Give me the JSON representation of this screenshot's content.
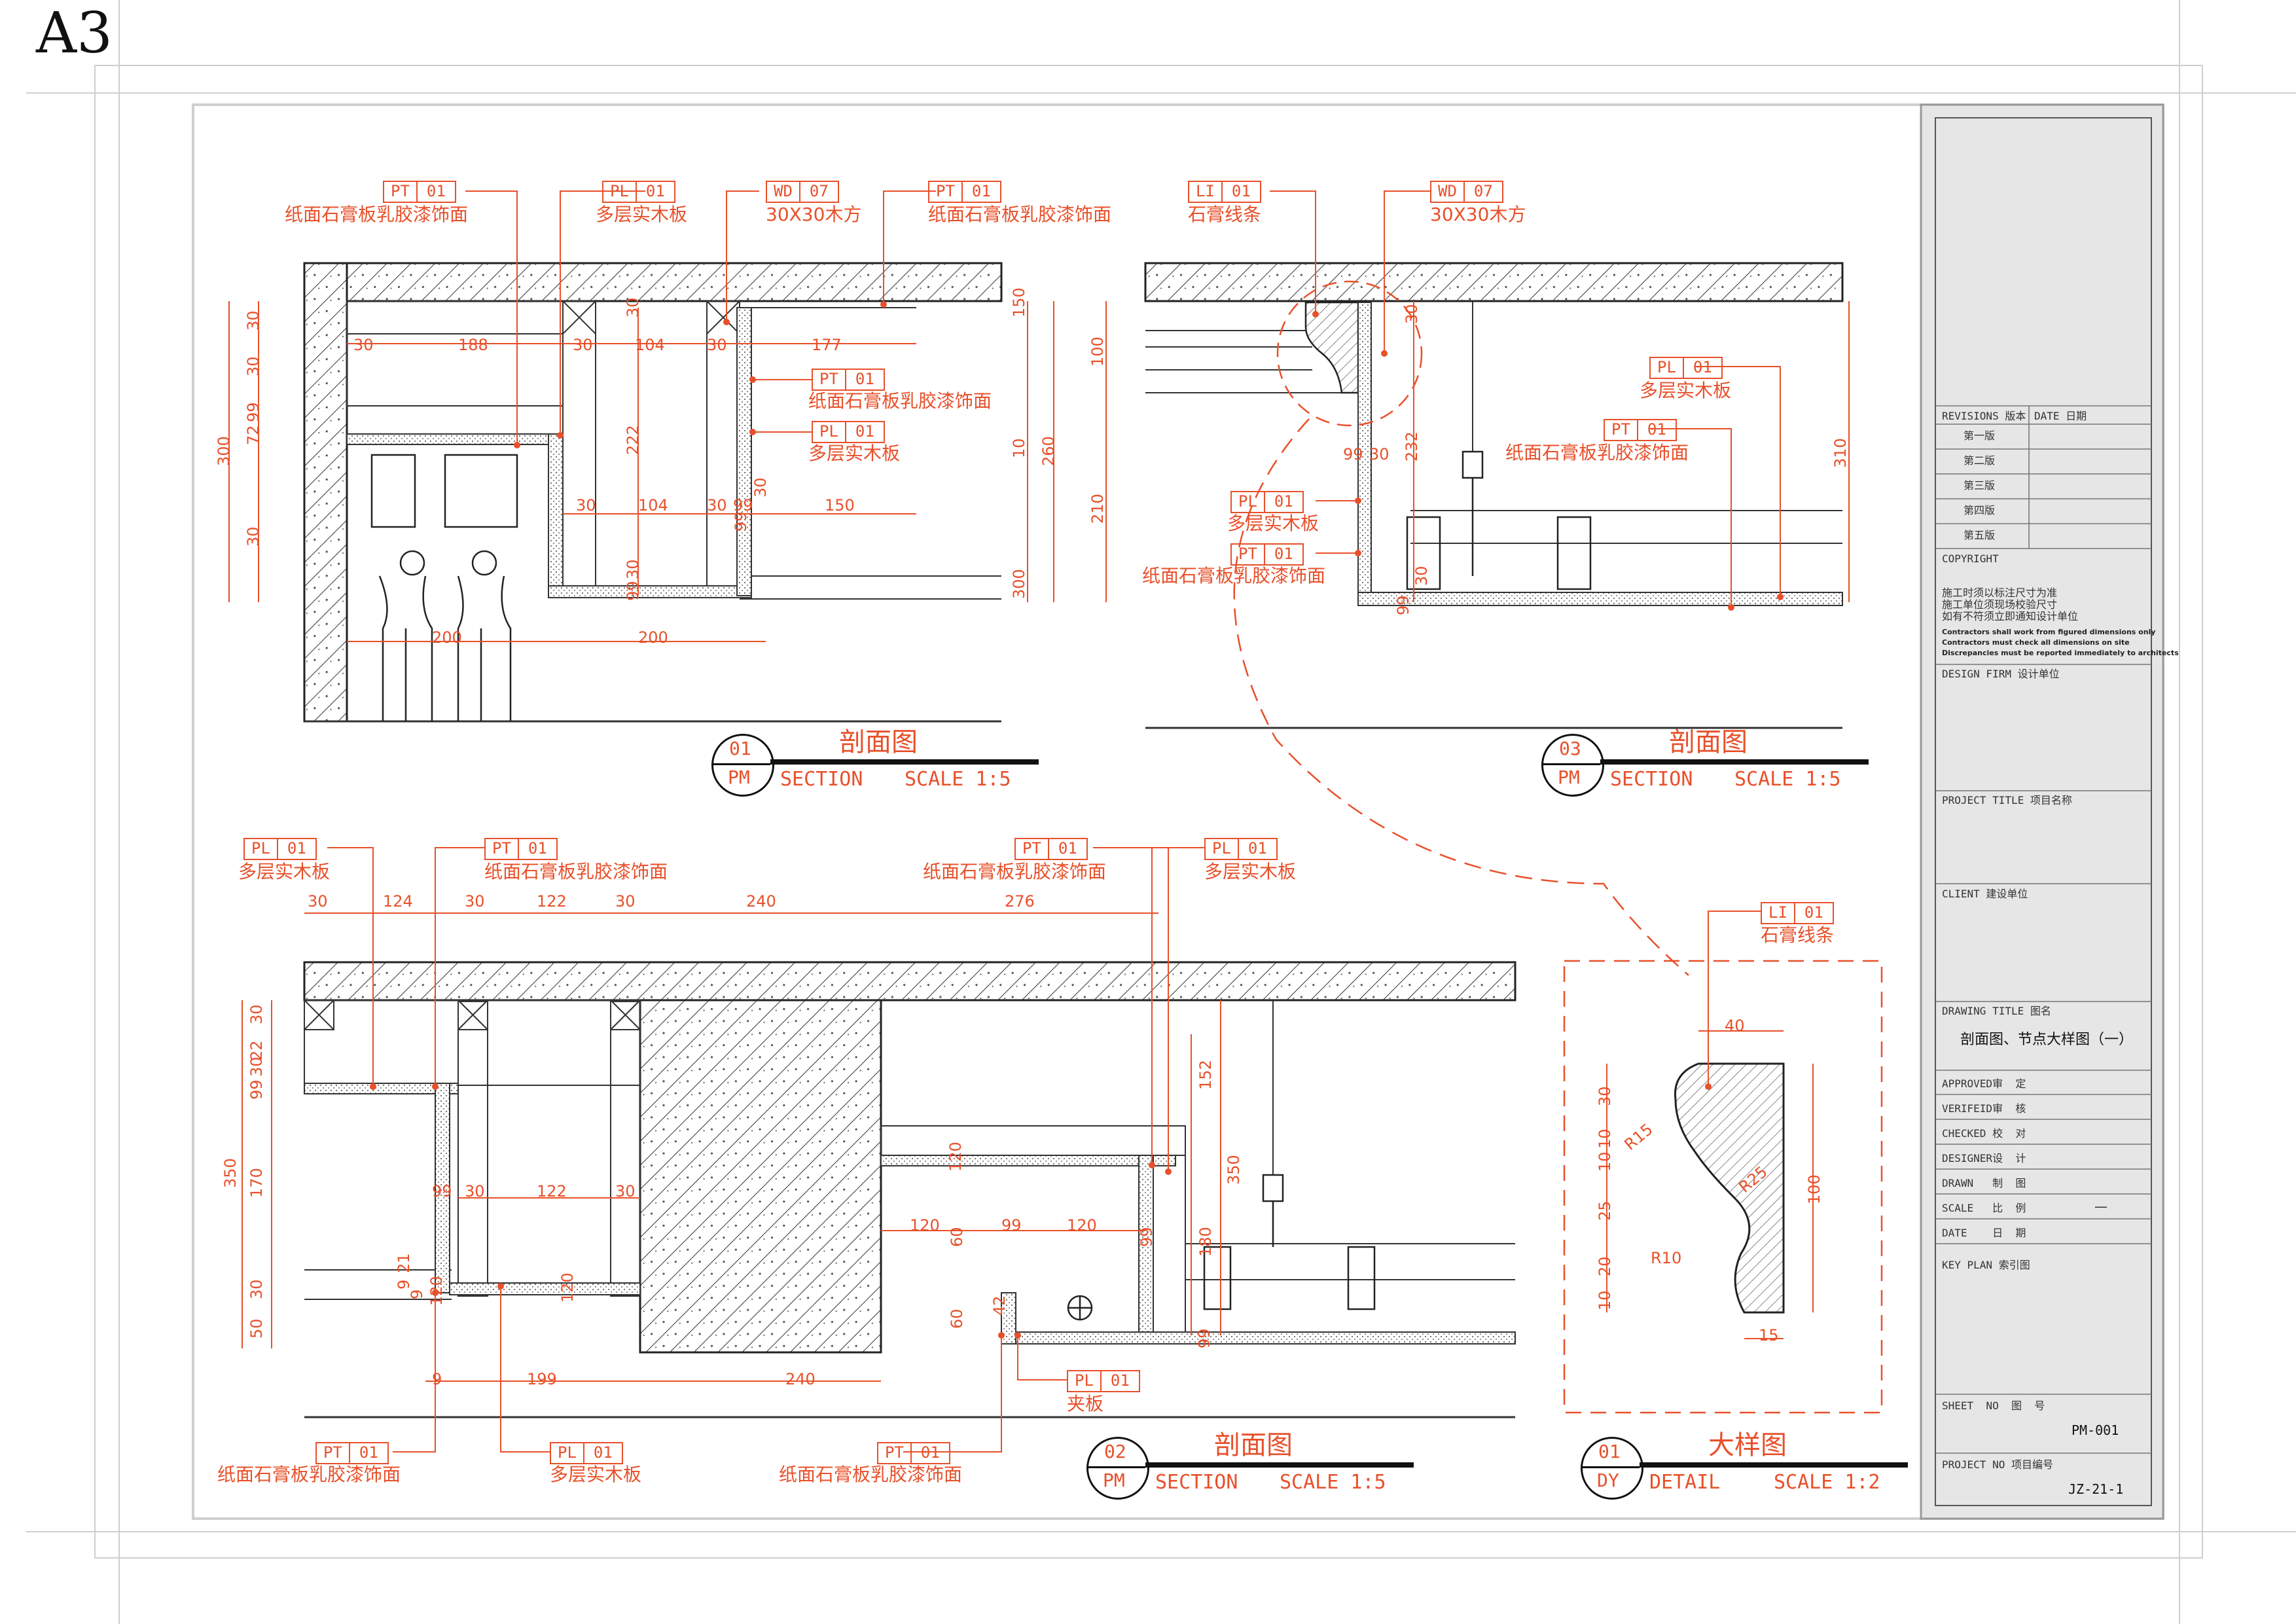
{
  "sheet_size": "A3",
  "colors": {
    "annotation": "#e8502a",
    "line": "#222222",
    "panel": "#e6e6e6",
    "frame": "#d6d6d6"
  },
  "icons": [
    "hatch-pattern",
    "dot-fill-pattern",
    "grid-fill-pattern",
    "light-fixture-icon",
    "curtain-icon"
  ],
  "view01": {
    "tags": [
      {
        "code": "PT",
        "num": "01",
        "desc": "纸面石膏板乳胶漆饰面"
      },
      {
        "code": "PL",
        "num": "01",
        "desc": "多层实木板"
      },
      {
        "code": "WD",
        "num": "07",
        "desc": "30X30木方"
      },
      {
        "code": "PT",
        "num": "01",
        "desc": "纸面石膏板乳胶漆饰面"
      },
      {
        "code": "PT",
        "num": "01",
        "desc": "纸面石膏板乳胶漆饰面"
      },
      {
        "code": "PL",
        "num": "01",
        "desc": "多层实木板"
      }
    ],
    "dims": [
      "30",
      "188",
      "30",
      "104",
      "30",
      "177",
      "30",
      "104",
      "30",
      "99",
      "150",
      "200",
      "200",
      "222",
      "30",
      "30",
      "99",
      "30",
      "300",
      "30",
      "72",
      "99",
      "30",
      "150",
      "10",
      "260",
      "300",
      "30",
      "99",
      "30",
      "99",
      "99"
    ],
    "title": {
      "num": "01",
      "code": "PM",
      "name": "剖面图",
      "type": "SECTION",
      "scale": "SCALE 1:5"
    }
  },
  "view03": {
    "tags": [
      {
        "code": "LI",
        "num": "01",
        "desc": "石膏线条"
      },
      {
        "code": "WD",
        "num": "07",
        "desc": "30X30木方"
      },
      {
        "code": "PL",
        "num": "01",
        "desc": "多层实木板"
      },
      {
        "code": "PT",
        "num": "01",
        "desc": "纸面石膏板乳胶漆饰面"
      },
      {
        "code": "PL",
        "num": "01",
        "desc": "多层实木板"
      },
      {
        "code": "PT",
        "num": "01",
        "desc": "纸面石膏板乳胶漆饰面"
      }
    ],
    "dims": [
      "100",
      "210",
      "30",
      "99",
      "30",
      "232",
      "310",
      "99",
      "30"
    ],
    "title": {
      "num": "03",
      "code": "PM",
      "name": "剖面图",
      "type": "SECTION",
      "scale": "SCALE 1:5"
    }
  },
  "view02": {
    "tags": [
      {
        "code": "PL",
        "num": "01",
        "desc": "多层实木板"
      },
      {
        "code": "PT",
        "num": "01",
        "desc": "纸面石膏板乳胶漆饰面"
      },
      {
        "code": "PT",
        "num": "01",
        "desc": "纸面石膏板乳胶漆饰面"
      },
      {
        "code": "PL",
        "num": "01",
        "desc": "多层实木板"
      },
      {
        "code": "PL",
        "num": "01",
        "desc": "夹板"
      },
      {
        "code": "PT",
        "num": "01",
        "desc": "纸面石膏板乳胶漆饰面"
      },
      {
        "code": "PL",
        "num": "01",
        "desc": "多层实木板"
      },
      {
        "code": "PT",
        "num": "01",
        "desc": "纸面石膏板乳胶漆饰面"
      }
    ],
    "dims": [
      "30",
      "124",
      "30",
      "122",
      "30",
      "240",
      "276",
      "30",
      "22",
      "30",
      "99",
      "350",
      "170",
      "30",
      "50",
      "99",
      "30",
      "122",
      "30",
      "9",
      "21",
      "9",
      "199",
      "240",
      "9",
      "120",
      "120",
      "99",
      "120",
      "60",
      "42",
      "152",
      "350",
      "180",
      "99",
      "99"
    ],
    "title": {
      "num": "02",
      "code": "PM",
      "name": "剖面图",
      "type": "SECTION",
      "scale": "SCALE 1:5"
    }
  },
  "detail01": {
    "tag": {
      "code": "LI",
      "num": "01",
      "desc": "石膏线条"
    },
    "dims": [
      "40",
      "30",
      "10",
      "10",
      "25",
      "20",
      "10",
      "100",
      "15"
    ],
    "radii": [
      "R15",
      "R25",
      "R10"
    ],
    "title": {
      "num": "01",
      "code": "DY",
      "name": "大样图",
      "type": "DETAIL",
      "scale": "SCALE 1:2"
    }
  },
  "titleblock": {
    "revisions_label": "REVISIONS 版本",
    "date_label": "DATE 日期",
    "versions": [
      "第一版",
      "第二版",
      "第三版",
      "第四版",
      "第五版"
    ],
    "copyright_label": "COPYRIGHT",
    "notes_cn": [
      "施工时须以标注尺寸为准",
      "施工单位须现场校验尺寸",
      "如有不符须立即通知设计单位"
    ],
    "notes_en": [
      "Contractors shall work from figured dimensions only",
      "Contractors must check all dimensions on site",
      "Discrepancies must be reported immediately to architects"
    ],
    "design_firm_label": "DESIGN FIRM 设计单位",
    "project_title_label": "PROJECT TITLE  项目名称",
    "client_label": "CLIENT  建设单位",
    "drawing_title_label": "DRAWING TITLE  图名",
    "drawing_title": "剖面图、节点大样图（一）",
    "approval_rows": [
      {
        "label": "APPROVED审  定",
        "value": ""
      },
      {
        "label": "VERIFEID审  核",
        "value": ""
      },
      {
        "label": "CHECKED 校  对",
        "value": ""
      },
      {
        "label": "DESIGNER设  计",
        "value": ""
      },
      {
        "label": "DRAWN   制  图",
        "value": ""
      },
      {
        "label": "SCALE   比  例",
        "value": "—"
      },
      {
        "label": "DATE    日  期",
        "value": ""
      }
    ],
    "key_plan_label": "KEY  PLAN 索引图",
    "sheet_no_label": "SHEET  NO  图  号",
    "sheet_no": "PM-001",
    "project_no_label": "PROJECT NO  项目编号",
    "project_no": "JZ-21-1"
  }
}
